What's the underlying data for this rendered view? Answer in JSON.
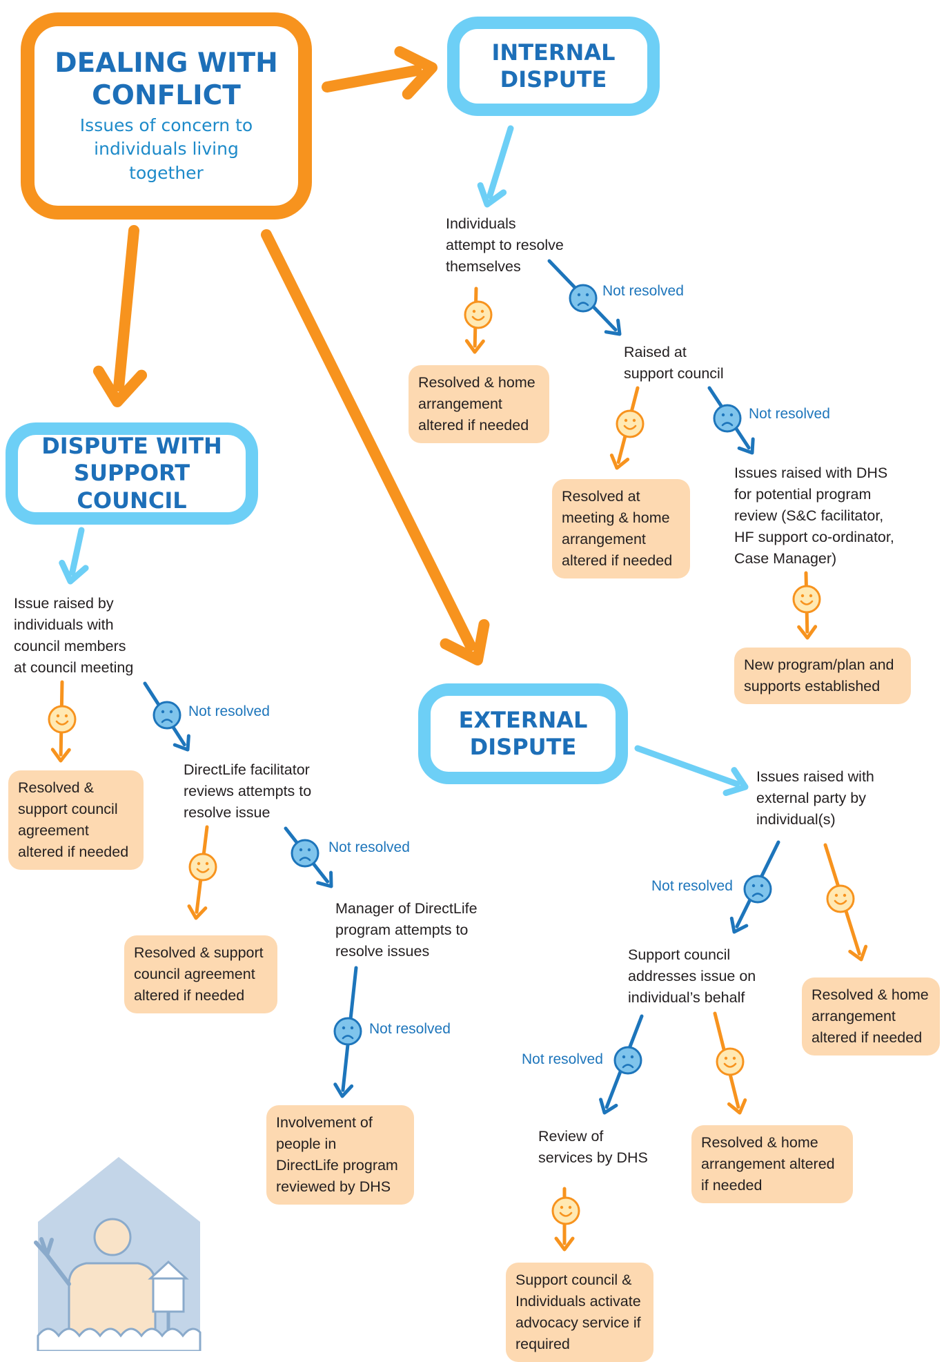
{
  "colors": {
    "orange": "#f7931e",
    "light_blue": "#6dcff6",
    "dark_blue": "#1d75bb",
    "heading_blue": "#1d6fb8",
    "result_fill": "#fdd9b1",
    "house": "#c3d5e8"
  },
  "icons": {
    "happy": "smiley-face-icon",
    "sad": "sad-face-icon",
    "illustration": "person-waving-house-illustration"
  },
  "main": {
    "title": "DEALING WITH CONFLICT",
    "subtitle": "Issues of concern to individuals living together"
  },
  "internal": {
    "title": "INTERNAL DISPUTE",
    "step1": "Individuals\nattempt to resolve\nthemselves",
    "result1": "Resolved & home\narrangement\naltered if needed",
    "nr1": "Not resolved",
    "step2": "Raised at\nsupport council",
    "result2": "Resolved at\nmeeting & home\narrangement\naltered if needed",
    "nr2": "Not resolved",
    "step3": "Issues raised with DHS\nfor potential program\nreview (S&C facilitator,\nHF support co-ordinator,\nCase Manager)",
    "result3": "New program/plan and\nsupports established"
  },
  "support": {
    "title": "DISPUTE WITH SUPPORT COUNCIL",
    "step1": "Issue raised by\nindividuals with\ncouncil members\nat council meeting",
    "result1": "Resolved &\nsupport council\nagreement\naltered if needed",
    "nr1": "Not resolved",
    "step2": "DirectLife facilitator\nreviews attempts to\nresolve issue",
    "result2": "Resolved & support\ncouncil agreement\naltered if needed",
    "nr2": "Not resolved",
    "step3": "Manager of DirectLife\nprogram attempts to\nresolve issues",
    "nr3": "Not resolved",
    "result3": "Involvement of\npeople in\nDirectLife program\nreviewed by DHS"
  },
  "external": {
    "title": "EXTERNAL DISPUTE",
    "step1": "Issues raised with\nexternal party by\nindividual(s)",
    "nr1": "Not resolved",
    "result1": "Resolved & home\narrangement\naltered if needed",
    "step2": "Support council\naddresses issue on\nindividual’s behalf",
    "nr2": "Not resolved",
    "result2": "Resolved & home\narrangement altered\nif needed",
    "step3": "Review of\nservices by DHS",
    "result3": "Support council &\nIndividuals activate\nadvocacy service if\nrequired"
  }
}
